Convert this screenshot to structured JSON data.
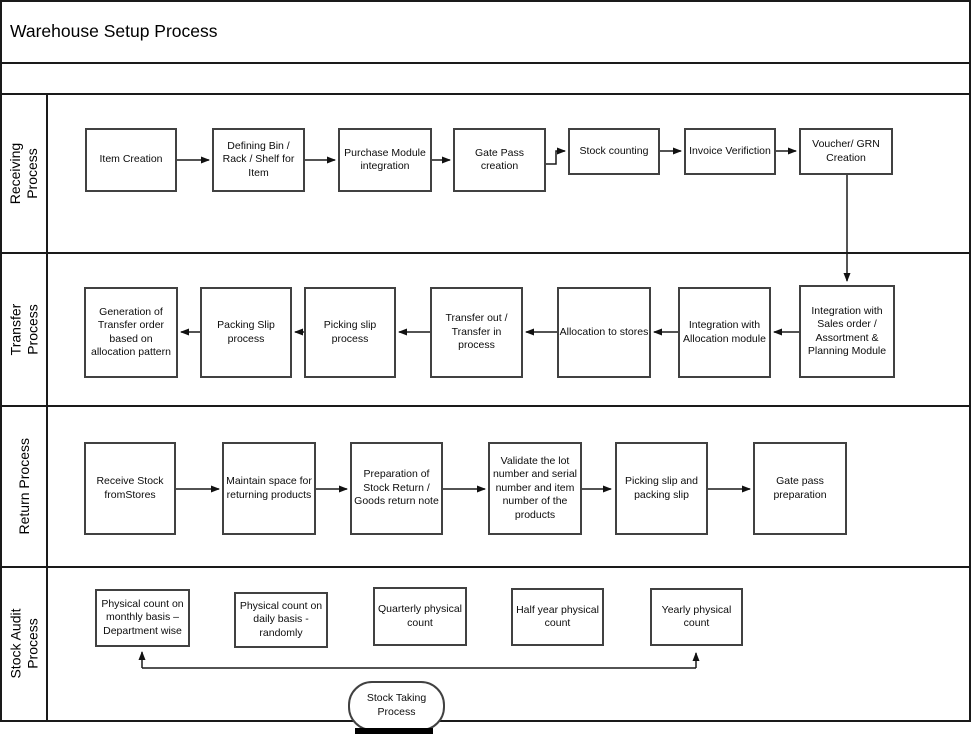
{
  "title": "Warehouse Setup Process",
  "colors": {
    "line": "#1a1a1a",
    "box_border": "#414141",
    "background": "#ffffff",
    "text": "#0c0c0c"
  },
  "lanes": [
    {
      "label": "Receiving Process",
      "label_lines": [
        "Receiving",
        "Process"
      ],
      "boxes": [
        "Item Creation",
        "Defining Bin / Rack / Shelf for Item",
        "Purchase Module integration",
        "Gate Pass creation",
        "Stock counting",
        "Invoice Verifiction",
        "Voucher/ GRN Creation"
      ]
    },
    {
      "label": "Transfer Process",
      "label_lines": [
        "Transfer",
        "Process"
      ],
      "boxes": [
        "Generation of Transfer order based on allocation pattern",
        "Packing Slip process",
        "Picking slip process",
        "Transfer out / Transfer in process",
        "Allocation to stores",
        "Integration with Allocation module",
        "Integration with Sales order / Assortment & Planning Module"
      ]
    },
    {
      "label": "Return Process",
      "label_lines": [
        "Return Process"
      ],
      "boxes": [
        "Receive Stock fromStores",
        "Maintain space for returning products",
        "Preparation of Stock Return / Goods return note",
        "Validate the lot number and serial number and item number of the products",
        "Picking slip and packing slip",
        "Gate pass preparation"
      ]
    },
    {
      "label": "Stock Audit Process",
      "label_lines": [
        "Stock Audit",
        "Process"
      ],
      "boxes": [
        "Physical count on monthly basis – Department wise",
        "Physical count on daily basis - randomly",
        "Quarterly physical count",
        "Half year physical count",
        "Yearly physical count"
      ],
      "terminator": "Stock Taking Process"
    }
  ]
}
